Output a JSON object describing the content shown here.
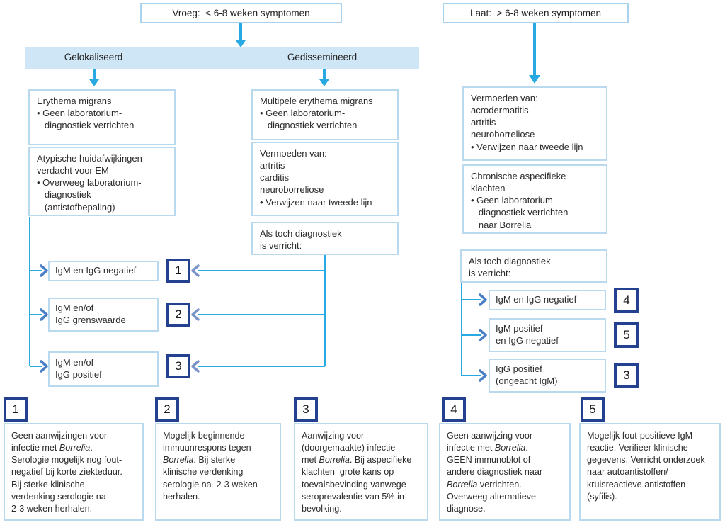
{
  "palette": {
    "arrow_blue": "#29a9e1",
    "chevron_left_blue": "#7b94c9",
    "chevron_right_blue": "#4a7ec6",
    "box_border_blue": "#b9d9ee",
    "banner_bg": "#cfe6f6",
    "badge_border_navy": "#24418f",
    "text_dark": "#2b2b2b"
  },
  "early": {
    "header": "Vroeg:  < 6-8 weken symptomen",
    "localized": {
      "label": "Gelokaliseerd",
      "box_em": "Erythema migrans\n• Geen laboratorium-\n   diagnostiek verrichten",
      "box_atypical": "Atypische huidafwijkingen\nverdacht voor EM\n• Overweeg laboratorium-\n   diagnostiek\n   (antistofbepaling)",
      "results": [
        {
          "label": "IgM en IgG negatief",
          "ref": "1"
        },
        {
          "label": "IgM en/of\nIgG grenswaarde",
          "ref": "2"
        },
        {
          "label": "IgM en/of\nIgG positief",
          "ref": "3"
        }
      ]
    },
    "disseminated": {
      "label": "Gedissemineerd",
      "box_multiple_em": "Multipele erythema migrans\n• Geen laboratorium-\n   diagnostiek verrichten",
      "box_suspicion": "Vermoeden van:\nartritis\ncarditis\nneuroborreliose\n• Verwijzen naar tweede lijn",
      "box_if_tested": "Als toch diagnostiek\nis verricht:"
    }
  },
  "late": {
    "header": "Laat:  > 6-8 weken symptomen",
    "box_suspicion": "Vermoeden van:\nacrodermatitis\nartritis\nneuroborreliose\n• Verwijzen naar tweede lijn",
    "box_chronic": "Chronische aspecifieke\nklachten\n• Geen laboratorium-\n   diagnostiek verrichten\n   naar Borrelia",
    "box_if_tested": "Als toch diagnostiek\nis verricht:",
    "results": [
      {
        "label": "IgM en IgG negatief",
        "ref": "4"
      },
      {
        "label": "IgM positief\nen IgG negatief",
        "ref": "5"
      },
      {
        "label": "IgG positief\n(ongeacht IgM)",
        "ref": "3"
      }
    ]
  },
  "notes": [
    {
      "ref": "1",
      "text": "Geen aanwijzingen voor\ninfectie met *Borrelia*.\nSerologie mogelijk nog fout-\nnegatief bij korte ziekteduur.\nBij sterke klinische\nverdenking serologie na\n2-3 weken herhalen."
    },
    {
      "ref": "2",
      "text": "Mogelijk beginnende\nimmuunrespons tegen\n*Borrelia*. Bij sterke\nklinische verdenking\nserologie na  2-3 weken\nherhalen."
    },
    {
      "ref": "3",
      "text": "Aanwijzing voor\n(doorgemaakte) infectie\nmet *Borrelia*. Bij aspecifieke\nklachten  grote kans op\ntoevalsbevinding vanwege\nseroprevalentie van 5% in\nbevolking."
    },
    {
      "ref": "4",
      "text": "Geen aanwijzing voor\ninfectie met *Borrelia*.\nGEEN immunoblot of\nandere diagnostiek naar\n*Borrelia* verrichten.\nOverweeg alternatieve\ndiagnose."
    },
    {
      "ref": "5",
      "text": "Mogelijk fout-positieve IgM-\nreactie. Verifieer klinische\ngegevens. Verricht onderzoek\nnaar autoantistoffen/\nkruisreactieve antistoffen\n(syfilis)."
    }
  ]
}
